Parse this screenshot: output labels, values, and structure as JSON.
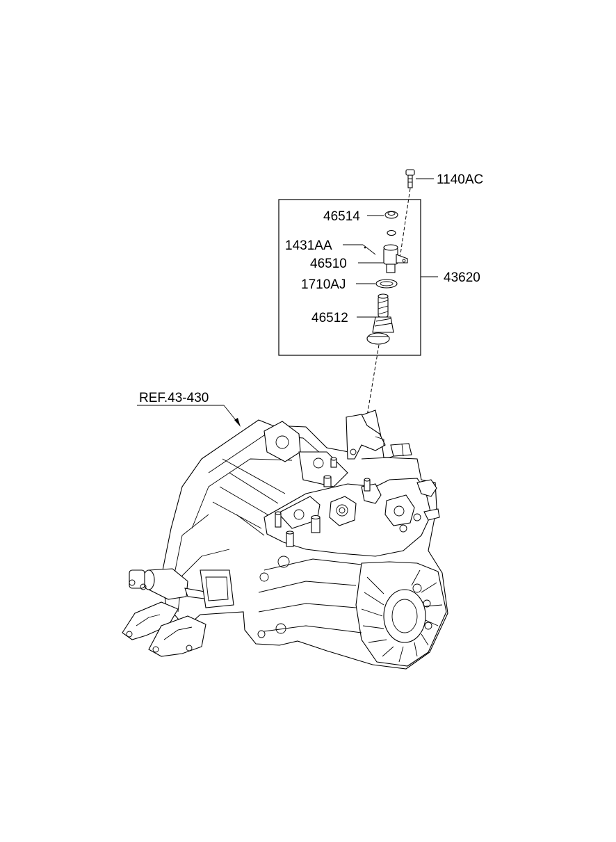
{
  "diagram": {
    "callouts": {
      "bolt": "1140AC",
      "cap": "46514",
      "clip": "1431AA",
      "sleeve": "46510",
      "oring": "1710AJ",
      "gear": "46512",
      "assembly": "43620",
      "reference": "REF.43-430"
    }
  }
}
